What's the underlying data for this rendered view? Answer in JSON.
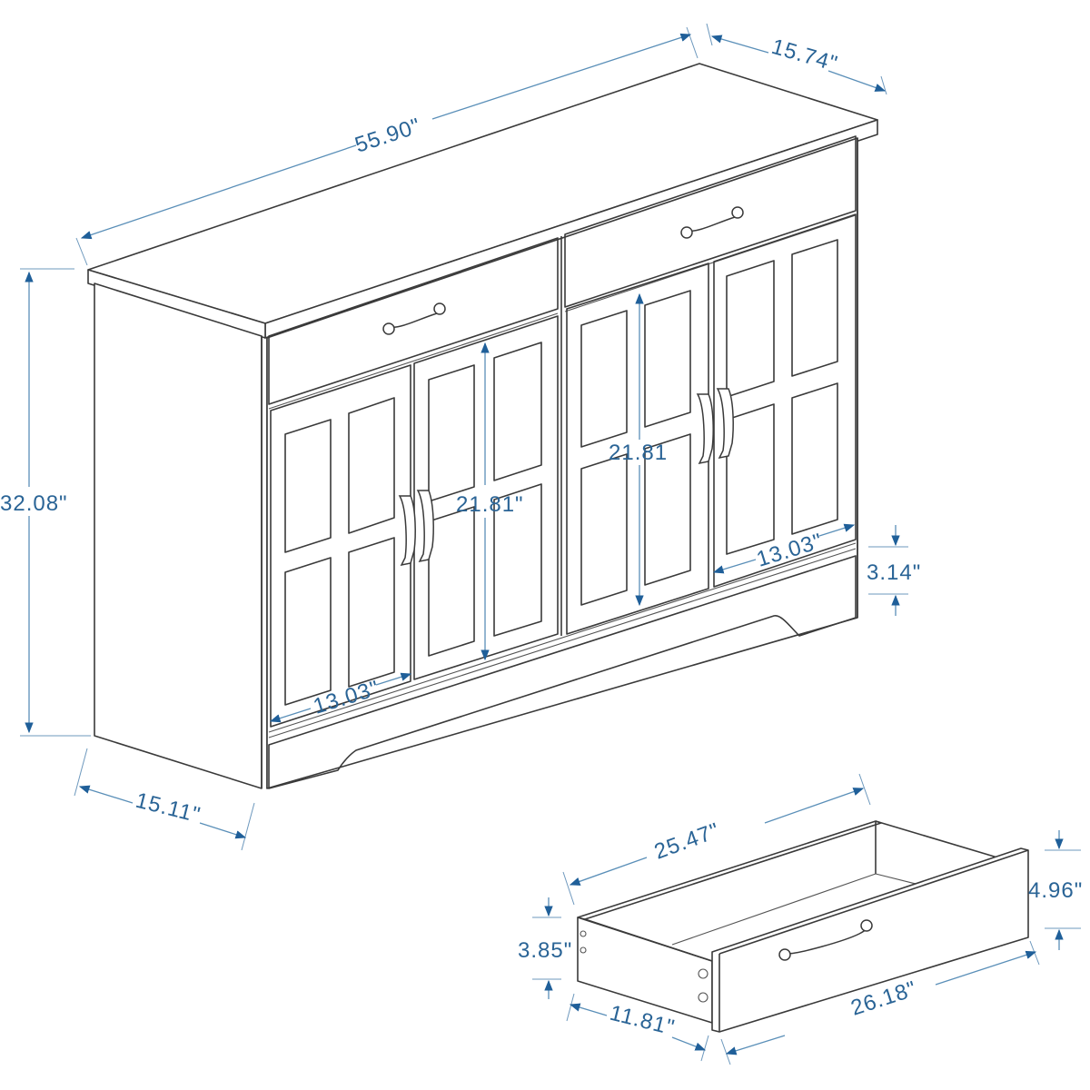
{
  "diagram": {
    "subject": "sideboard-cabinet-with-drawer",
    "colors": {
      "line": "#3a3a3a",
      "dimension_line": "#5a8fb8",
      "dimension_text": "#2a6496",
      "arrow": "#1f5f99",
      "background": "#ffffff"
    },
    "cabinet": {
      "dimensions": {
        "overall_width": "55.90\"",
        "top_depth": "15.74\"",
        "overall_height": "32.08\"",
        "side_depth": "15.11\"",
        "door_height_left": "21.81\"",
        "door_height_right": "21.81",
        "door_pair_width_left": "13.03\"",
        "door_pair_width_right": "13.03\"",
        "base_height": "3.14\""
      }
    },
    "drawer": {
      "dimensions": {
        "inner_length": "25.47\"",
        "front_height": "4.96\"",
        "side_height": "3.85\"",
        "side_depth": "11.81\"",
        "front_length": "26.18\""
      }
    }
  }
}
